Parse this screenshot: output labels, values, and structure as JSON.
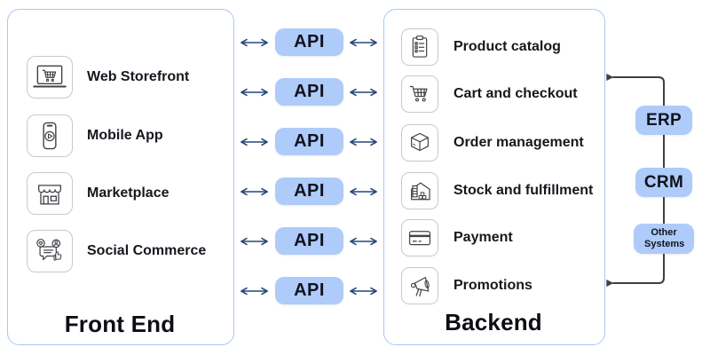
{
  "frontend": {
    "title": "Front End",
    "items": [
      {
        "label": "Web Storefront",
        "icon": "web-storefront-icon"
      },
      {
        "label": "Mobile App",
        "icon": "mobile-app-icon"
      },
      {
        "label": "Marketplace",
        "icon": "marketplace-icon"
      },
      {
        "label": "Social Commerce",
        "icon": "social-commerce-icon"
      }
    ]
  },
  "api": {
    "label": "API",
    "count": 6
  },
  "backend": {
    "title": "Backend",
    "items": [
      {
        "label": "Product catalog",
        "icon": "product-catalog-icon"
      },
      {
        "label": "Cart and checkout",
        "icon": "cart-checkout-icon"
      },
      {
        "label": "Order management",
        "icon": "order-management-icon"
      },
      {
        "label": "Stock and fulfillment",
        "icon": "stock-fulfillment-icon"
      },
      {
        "label": "Payment",
        "icon": "payment-icon"
      },
      {
        "label": "Promotions",
        "icon": "promotions-icon"
      }
    ]
  },
  "external_systems": {
    "items": [
      {
        "label": "ERP"
      },
      {
        "label": "CRM"
      },
      {
        "label": "Other Systems"
      }
    ]
  },
  "colors": {
    "chip_bg": "#aecbfa",
    "panel_border": "#a9c7f5",
    "api_arrow": "#25477a",
    "external_connector": "#3f3f3f",
    "icon_stroke": "#3f4247",
    "text": "#14161c"
  }
}
